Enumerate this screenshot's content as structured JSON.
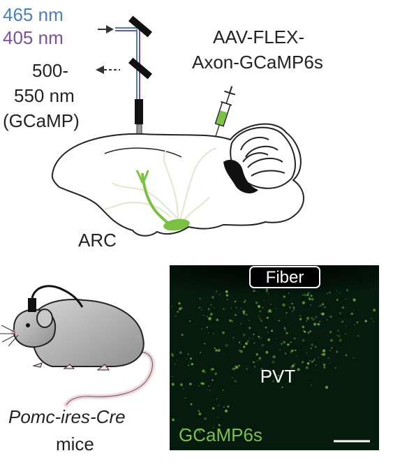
{
  "optics": {
    "label_465": "465 nm",
    "label_405": "405 nm",
    "label_emission_1": "500-",
    "label_emission_2": "550 nm",
    "label_emission_3": "(GCaMP)"
  },
  "virus": {
    "line1": "AAV-FLEX-",
    "line2": "Axon-GCaMP6s"
  },
  "region": {
    "injection_site": "ARC"
  },
  "mouse": {
    "line_italic": "Pomc-ires-Cre",
    "line2": "mice"
  },
  "micrograph": {
    "fiber_label": "Fiber",
    "region_label": "PVT",
    "stain_label": "GCaMP6s"
  },
  "colors": {
    "blue_light": "#4a7fc1",
    "violet_light": "#7d4fa0",
    "gcamp_green": "#7cc242",
    "micrograph_bg": "#061a0e"
  }
}
